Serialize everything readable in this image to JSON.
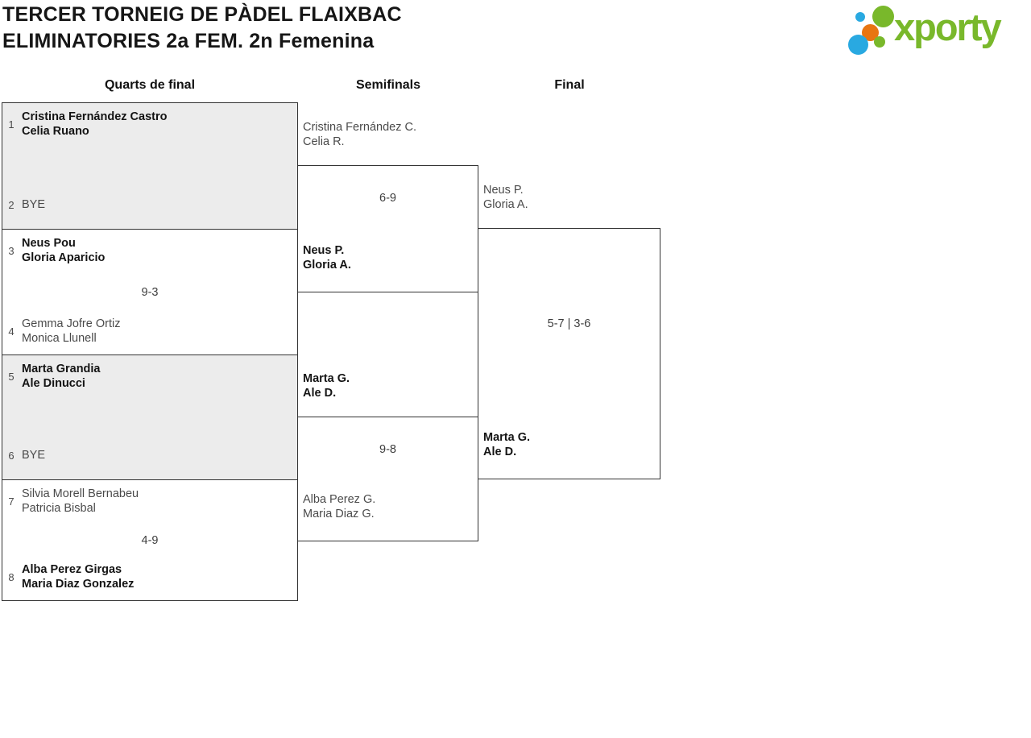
{
  "header": {
    "title_line1": "TERCER TORNEIG DE PÀDEL FLAIXBAC",
    "title_line2": "ELIMINATORIES 2a FEM. 2n Femenina"
  },
  "logo": {
    "text": "xporty",
    "colors": {
      "green": "#79b82b",
      "blue": "#29a9e1",
      "orange": "#e87511"
    }
  },
  "theme": {
    "border_color": "#333333",
    "bye_box_fill": "#ececec",
    "winner_text_color": "#141414",
    "regular_text_color": "#4a4a4a"
  },
  "columns": {
    "quarterfinals": "Quarts de final",
    "semifinals": "Semifinals",
    "final": "Final"
  },
  "bracket": {
    "quarterfinals": [
      {
        "score": "",
        "team1": {
          "seed": "1",
          "line1": "Cristina Fernández Castro",
          "line2": "Celia Ruano",
          "winner": true
        },
        "team2": {
          "seed": "2",
          "line1": "BYE",
          "winner": false
        }
      },
      {
        "score": "9-3",
        "team1": {
          "seed": "3",
          "line1": "Neus Pou",
          "line2": "Gloria Aparicio",
          "winner": true
        },
        "team2": {
          "seed": "4",
          "line1": "Gemma Jofre Ortiz",
          "line2": "Monica Llunell",
          "winner": false
        }
      },
      {
        "score": "",
        "team1": {
          "seed": "5",
          "line1": "Marta Grandia",
          "line2": "Ale Dinucci",
          "winner": true
        },
        "team2": {
          "seed": "6",
          "line1": "BYE",
          "winner": false
        }
      },
      {
        "score": "4-9",
        "team1": {
          "seed": "7",
          "line1": "Silvia Morell Bernabeu",
          "line2": "Patricia Bisbal",
          "winner": false
        },
        "team2": {
          "seed": "8",
          "line1": "Alba Perez Girgas",
          "line2": "Maria Diaz Gonzalez",
          "winner": true
        }
      }
    ],
    "semifinals": [
      {
        "score": "6-9",
        "team1": {
          "line1": "Cristina Fernández C.",
          "line2": "Celia R.",
          "winner": false
        },
        "team2": {
          "line1": "Neus P.",
          "line2": "Gloria A.",
          "winner": true
        }
      },
      {
        "score": "9-8",
        "team1": {
          "line1": "Marta G.",
          "line2": "Ale D.",
          "winner": true
        },
        "team2": {
          "line1": "Alba Perez G.",
          "line2": "Maria Diaz G.",
          "winner": false
        }
      }
    ],
    "final": {
      "score": "5-7 | 3-6",
      "team1": {
        "line1": "Neus P.",
        "line2": "Gloria A.",
        "winner": false
      },
      "team2": {
        "line1": "Marta G.",
        "line2": "Ale D.",
        "winner": true
      }
    }
  }
}
